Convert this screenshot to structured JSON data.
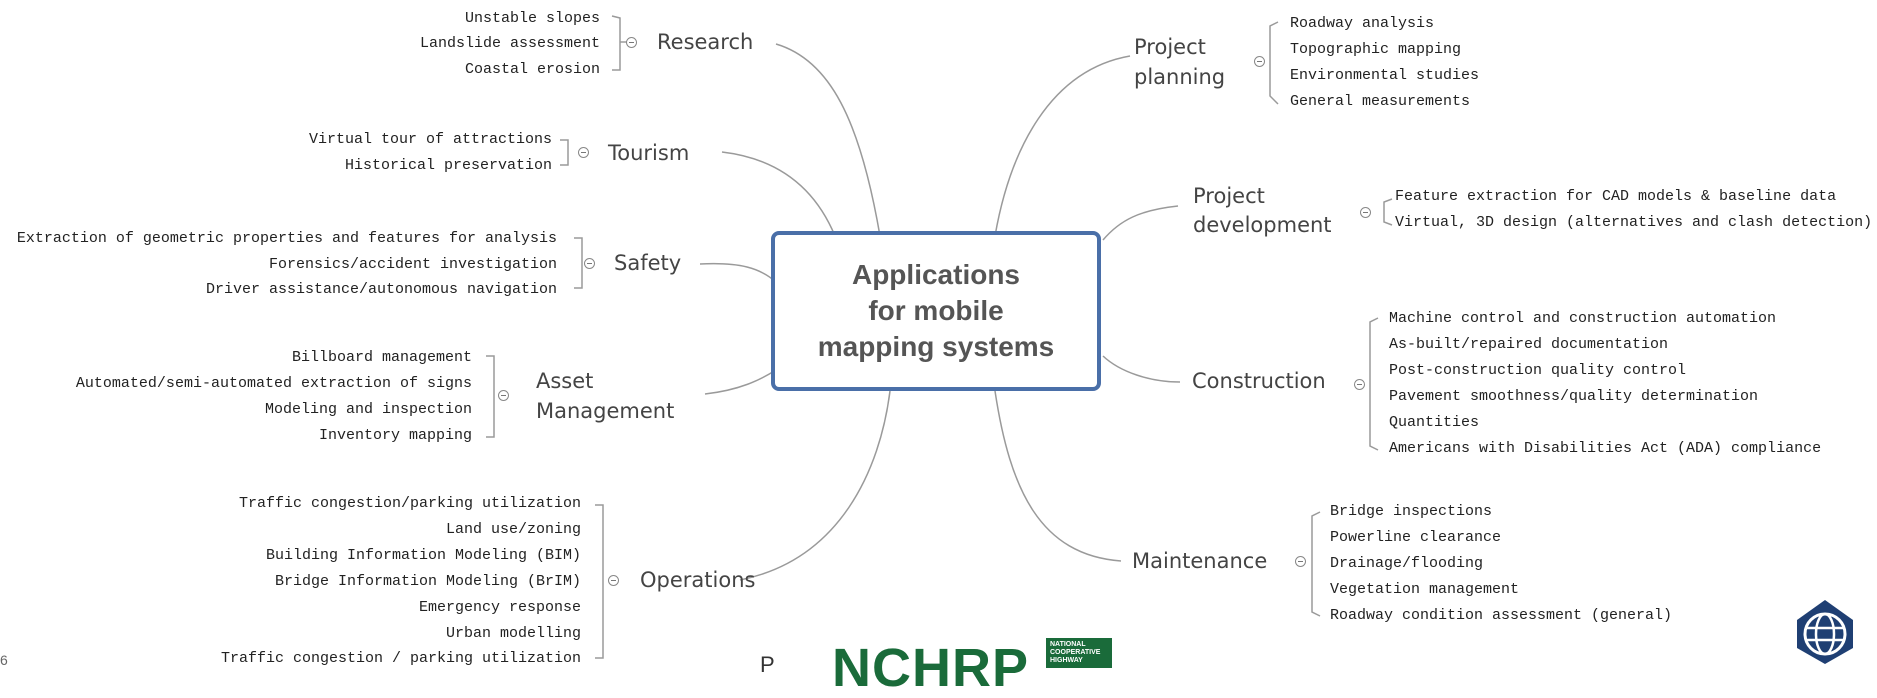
{
  "center": {
    "lines": [
      "Applications",
      "for mobile",
      "mapping systems"
    ]
  },
  "branches": {
    "research": {
      "title": "Research",
      "items": [
        "Unstable slopes",
        "Landslide assessment",
        "Coastal erosion"
      ]
    },
    "tourism": {
      "title": "Tourism",
      "items": [
        "Virtual tour of attractions",
        "Historical preservation"
      ]
    },
    "safety": {
      "title": "Safety",
      "items": [
        "Extraction of geometric properties and features for analysis",
        "Forensics/accident investigation",
        "Driver assistance/autonomous navigation"
      ]
    },
    "asset": {
      "title_lines": [
        "Asset",
        "Management"
      ],
      "items": [
        "Billboard management",
        "Automated/semi-automated extraction of signs",
        "Modeling and inspection",
        "Inventory mapping"
      ]
    },
    "operations": {
      "title": "Operations",
      "items": [
        "Traffic congestion/parking utilization",
        "Land use/zoning",
        "Building Information Modeling (BIM)",
        "Bridge Information Modeling (BrIM)",
        "Emergency response",
        "Urban modelling",
        "Traffic congestion / parking utilization"
      ]
    },
    "planning": {
      "title_lines": [
        "Project",
        "planning"
      ],
      "items": [
        "Roadway analysis",
        "Topographic mapping",
        "Environmental studies",
        "General measurements"
      ]
    },
    "development": {
      "title_lines": [
        "Project",
        "development"
      ],
      "items": [
        "Feature extraction for CAD models & baseline data",
        "Virtual, 3D design (alternatives and clash detection)"
      ]
    },
    "construction": {
      "title": "Construction",
      "items": [
        "Machine control and construction automation",
        "As-built/repaired documentation",
        "Post-construction quality control",
        "Pavement smoothness/quality determination",
        "Quantities",
        "Americans with Disabilities Act (ADA) compliance"
      ]
    },
    "maintenance": {
      "title": "Maintenance",
      "items": [
        "Bridge inspections",
        "Powerline clearance",
        "Drainage/flooding",
        "Vegetation management",
        "Roadway condition assessment (general)"
      ]
    }
  },
  "footer": {
    "logo_text": "NCHRP",
    "badge_text": "NATIONAL COOPERATIVE HIGHWAY",
    "stray_left": "6",
    "stray_p": "P"
  },
  "colors": {
    "connector": "#9a9a9a",
    "box_border": "#4a6fa8",
    "logo": "#1a6b3a"
  },
  "icons": {
    "collapse": "collapse-circle-icon",
    "globe": "globe-logo-icon"
  }
}
